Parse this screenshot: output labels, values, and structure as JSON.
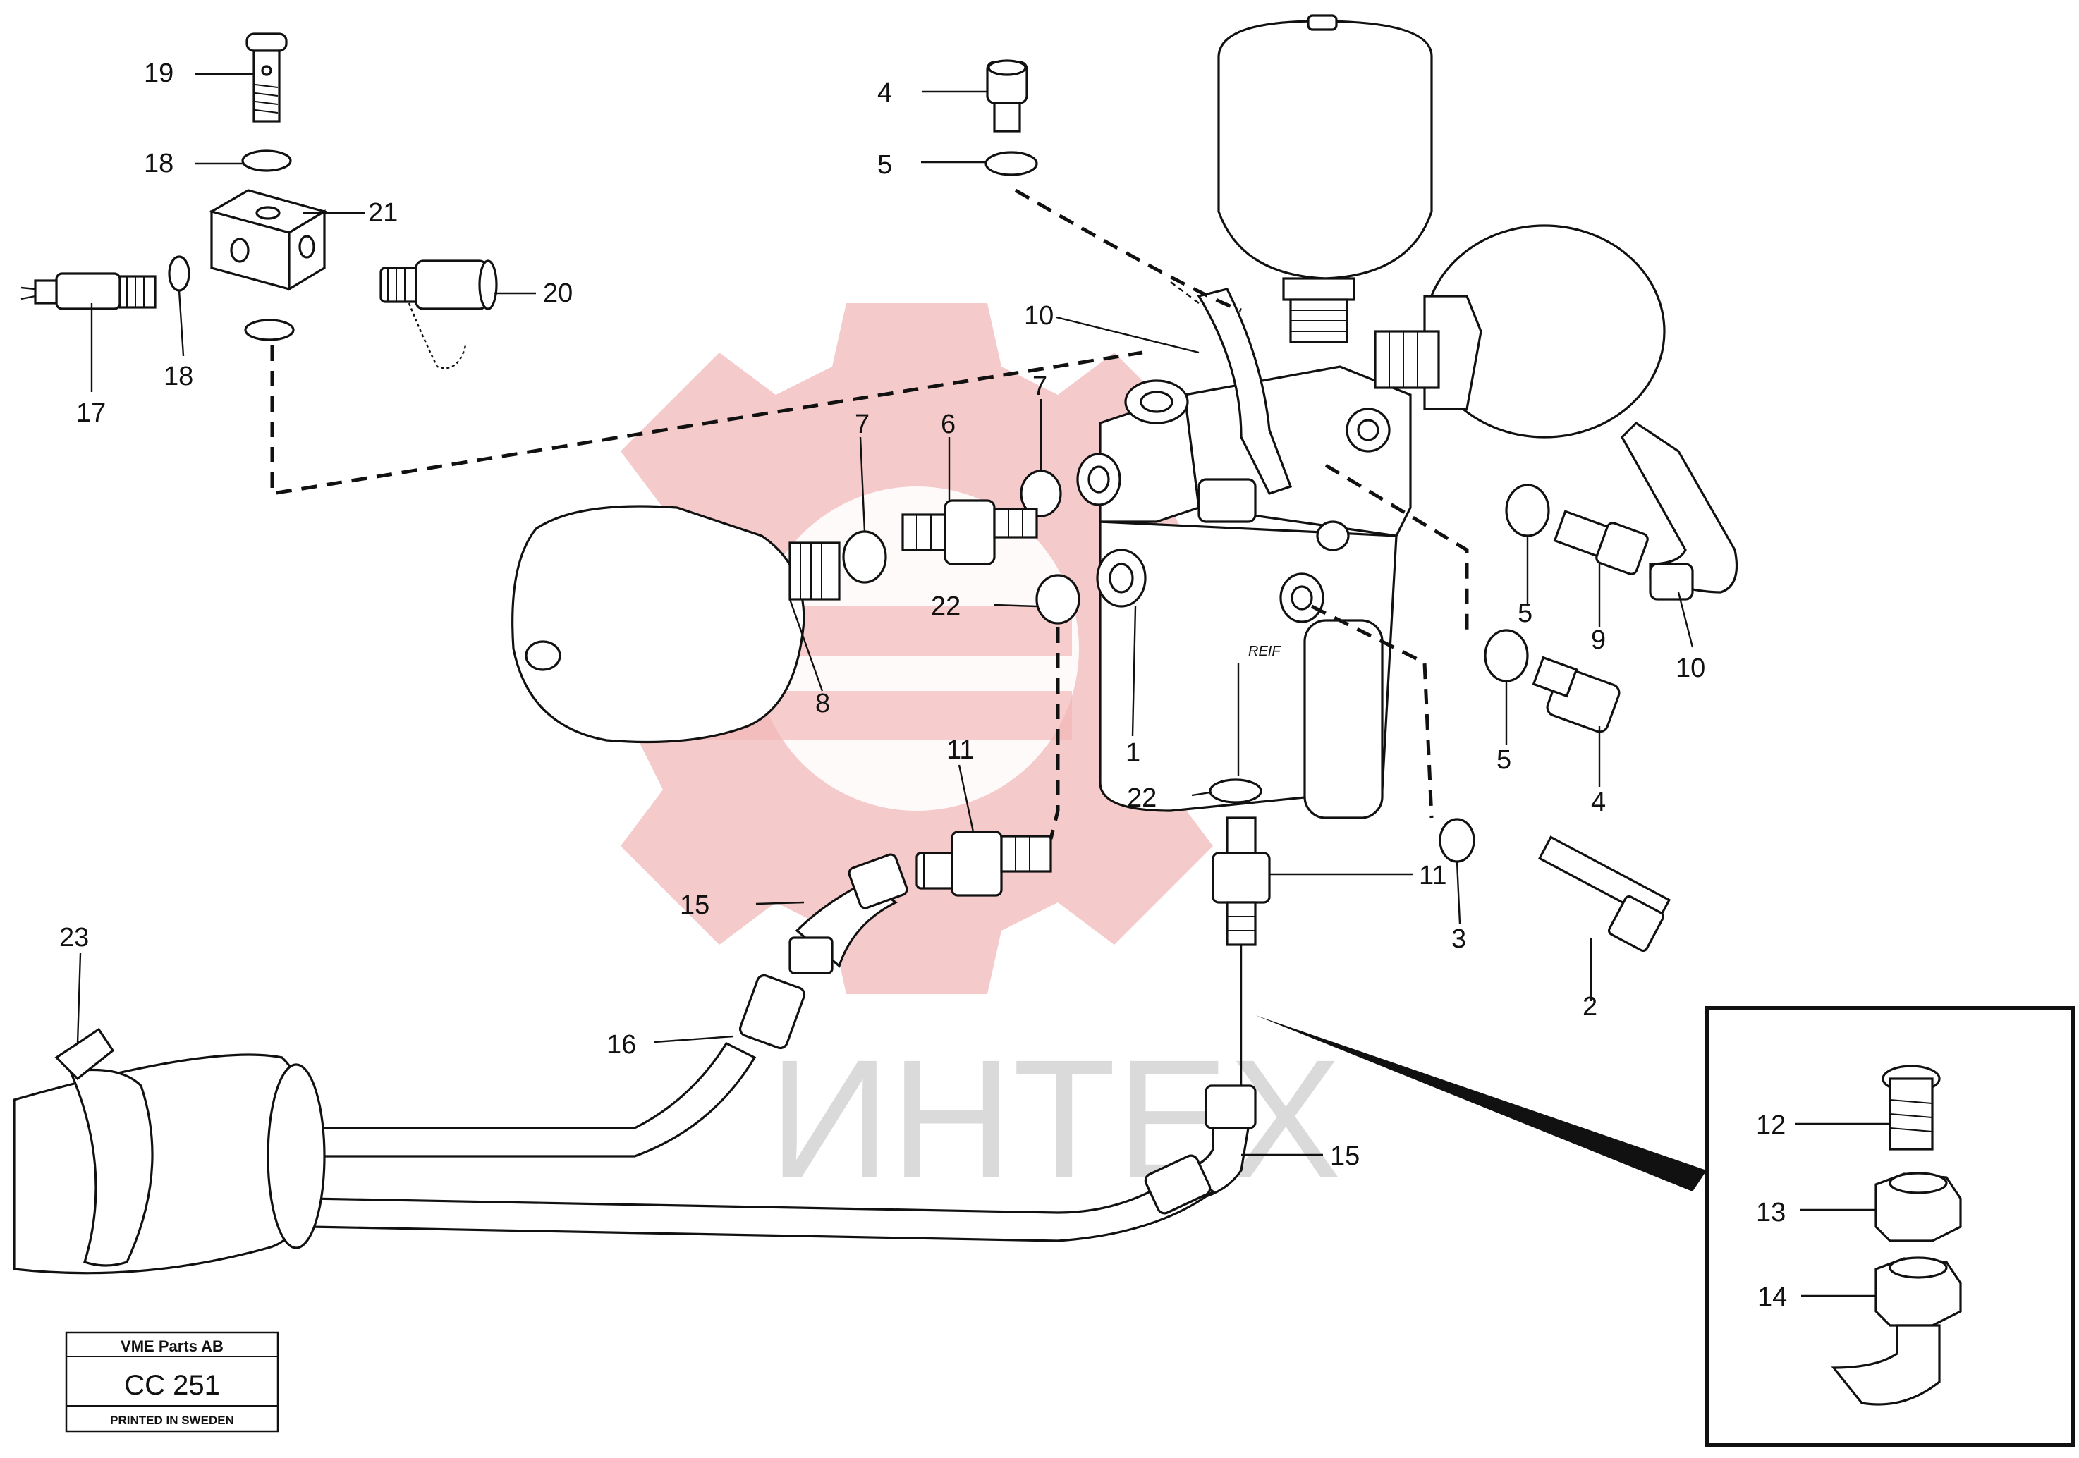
{
  "drawing": {
    "callouts": [
      "1",
      "2",
      "3",
      "4",
      "4",
      "5",
      "5",
      "5",
      "6",
      "7",
      "7",
      "8",
      "9",
      "10",
      "10",
      "11",
      "11",
      "12",
      "13",
      "14",
      "15",
      "15",
      "16",
      "17",
      "18",
      "18",
      "19",
      "20",
      "21",
      "22",
      "22",
      "23"
    ],
    "engraving": "REIF"
  },
  "watermark": {
    "text": "ИНТЕХ",
    "color": "#f2b8b8"
  },
  "stamp": {
    "company": "VME Parts AB",
    "code": "CC 251",
    "printed": "PRINTED IN SWEDEN"
  },
  "colors": {
    "ink": "#111111",
    "background": "#ffffff",
    "watermark_logo": "#f2b8b8",
    "watermark_text": "#bdbdbd"
  }
}
